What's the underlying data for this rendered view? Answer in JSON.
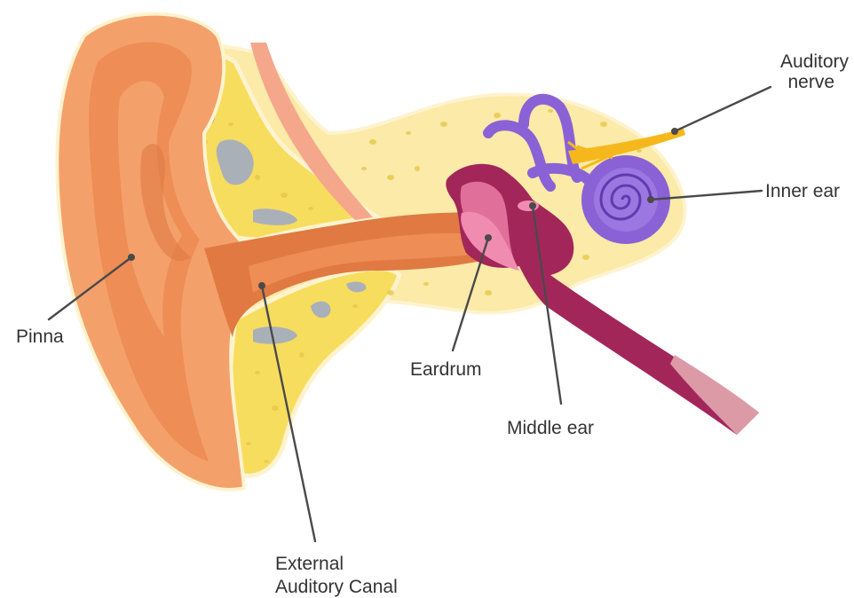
{
  "labels": {
    "pinna": "Pinna",
    "canal_line1": "External",
    "canal_line2": "Auditory Canal",
    "eardrum": "Eardrum",
    "middle_ear": "Middle ear",
    "inner_ear": "Inner ear",
    "nerve_line1": "Auditory",
    "nerve_line2": "nerve"
  },
  "colors": {
    "pinna_outer": "#f4a06b",
    "pinna_inner": "#ee8d55",
    "pinna_shadow": "#e07a42",
    "bone": "#f7dd5e",
    "bone_light": "#fbeaa8",
    "bone_outline": "#fff3cf",
    "cavity": "#aab0b8",
    "skin_pink": "#f5a78c",
    "middle_ear": "#a3265a",
    "middle_ear_light": "#e0709a",
    "eustachian_tip": "#dc9aa6",
    "inner_ear": "#8a62d6",
    "inner_ear_dark": "#5f3bb0",
    "nerve": "#f5b81c",
    "leader": "#4a4a4a",
    "text": "#333333"
  }
}
